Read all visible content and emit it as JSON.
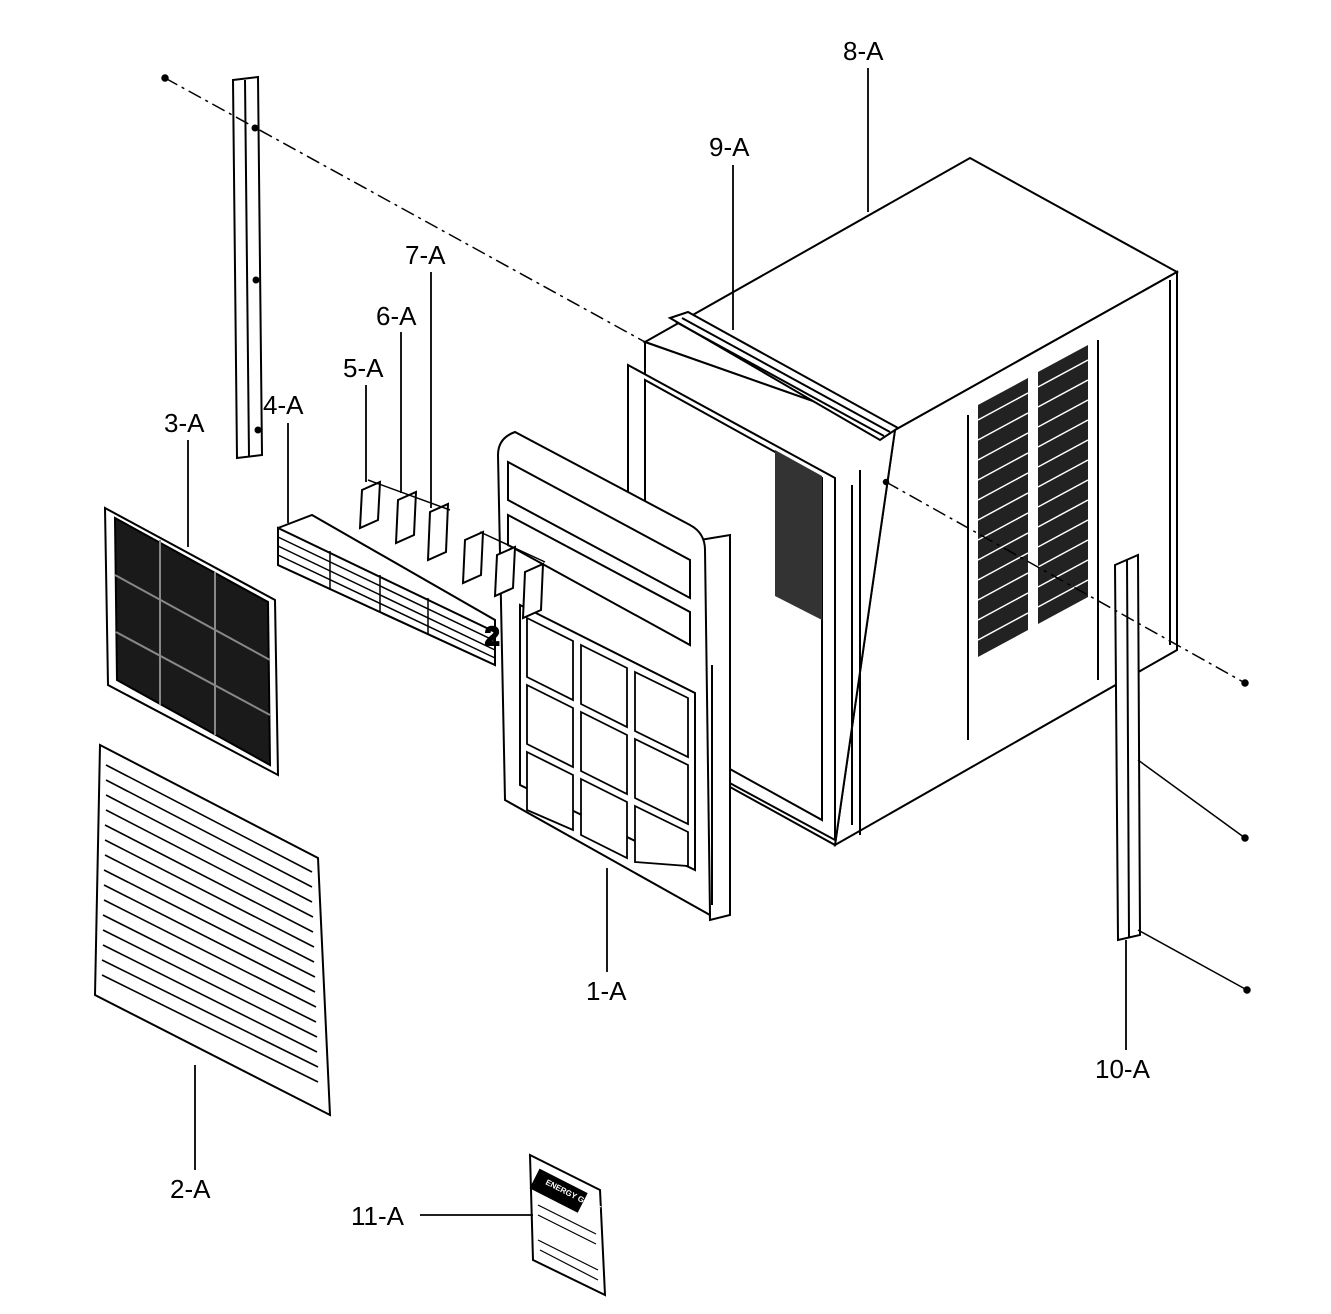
{
  "parts": [
    {
      "id": "p1",
      "label": "1-A"
    },
    {
      "id": "p2",
      "label": "2-A"
    },
    {
      "id": "p3",
      "label": "3-A"
    },
    {
      "id": "p4",
      "label": "4-A"
    },
    {
      "id": "p5",
      "label": "5-A"
    },
    {
      "id": "p6",
      "label": "6-A"
    },
    {
      "id": "p7",
      "label": "7-A"
    },
    {
      "id": "p8",
      "label": "8-A"
    },
    {
      "id": "p9",
      "label": "9-A"
    },
    {
      "id": "p10",
      "label": "10-A"
    },
    {
      "id": "p11",
      "label": "11-A"
    }
  ],
  "label_card": {
    "brand": "ENERGY GUIDE"
  },
  "colors": {
    "ink": "#000000",
    "paper": "#ffffff"
  }
}
